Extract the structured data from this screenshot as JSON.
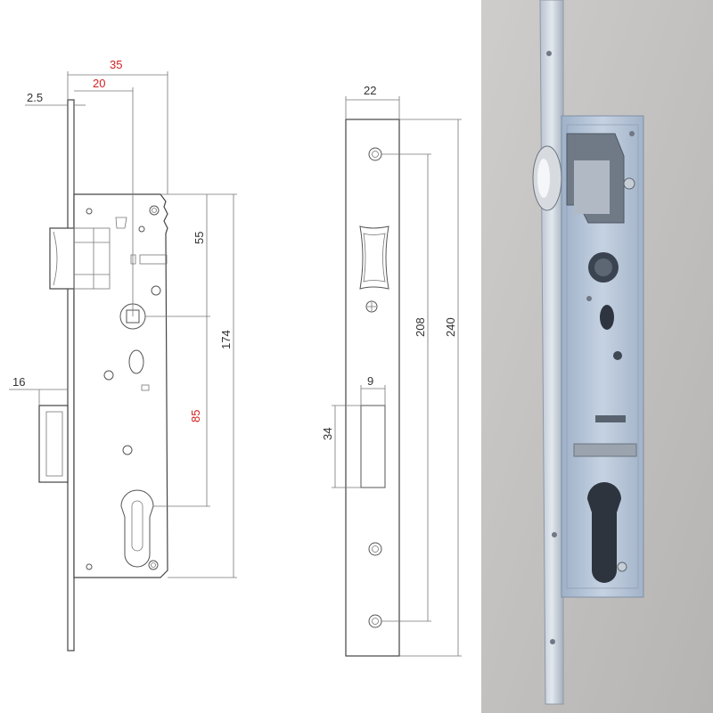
{
  "dimensions": {
    "d35": "35",
    "d20": "20",
    "d2_5": "2.5",
    "d55": "55",
    "d174": "174",
    "d85": "85",
    "d16": "16",
    "d22": "22",
    "d208": "208",
    "d240": "240",
    "d9": "9",
    "d34": "34"
  },
  "colors": {
    "highlight_dimension": "#d42020",
    "line": "#555555",
    "photo_background": "#c8c6c4",
    "metal": "#aeb8c6"
  }
}
